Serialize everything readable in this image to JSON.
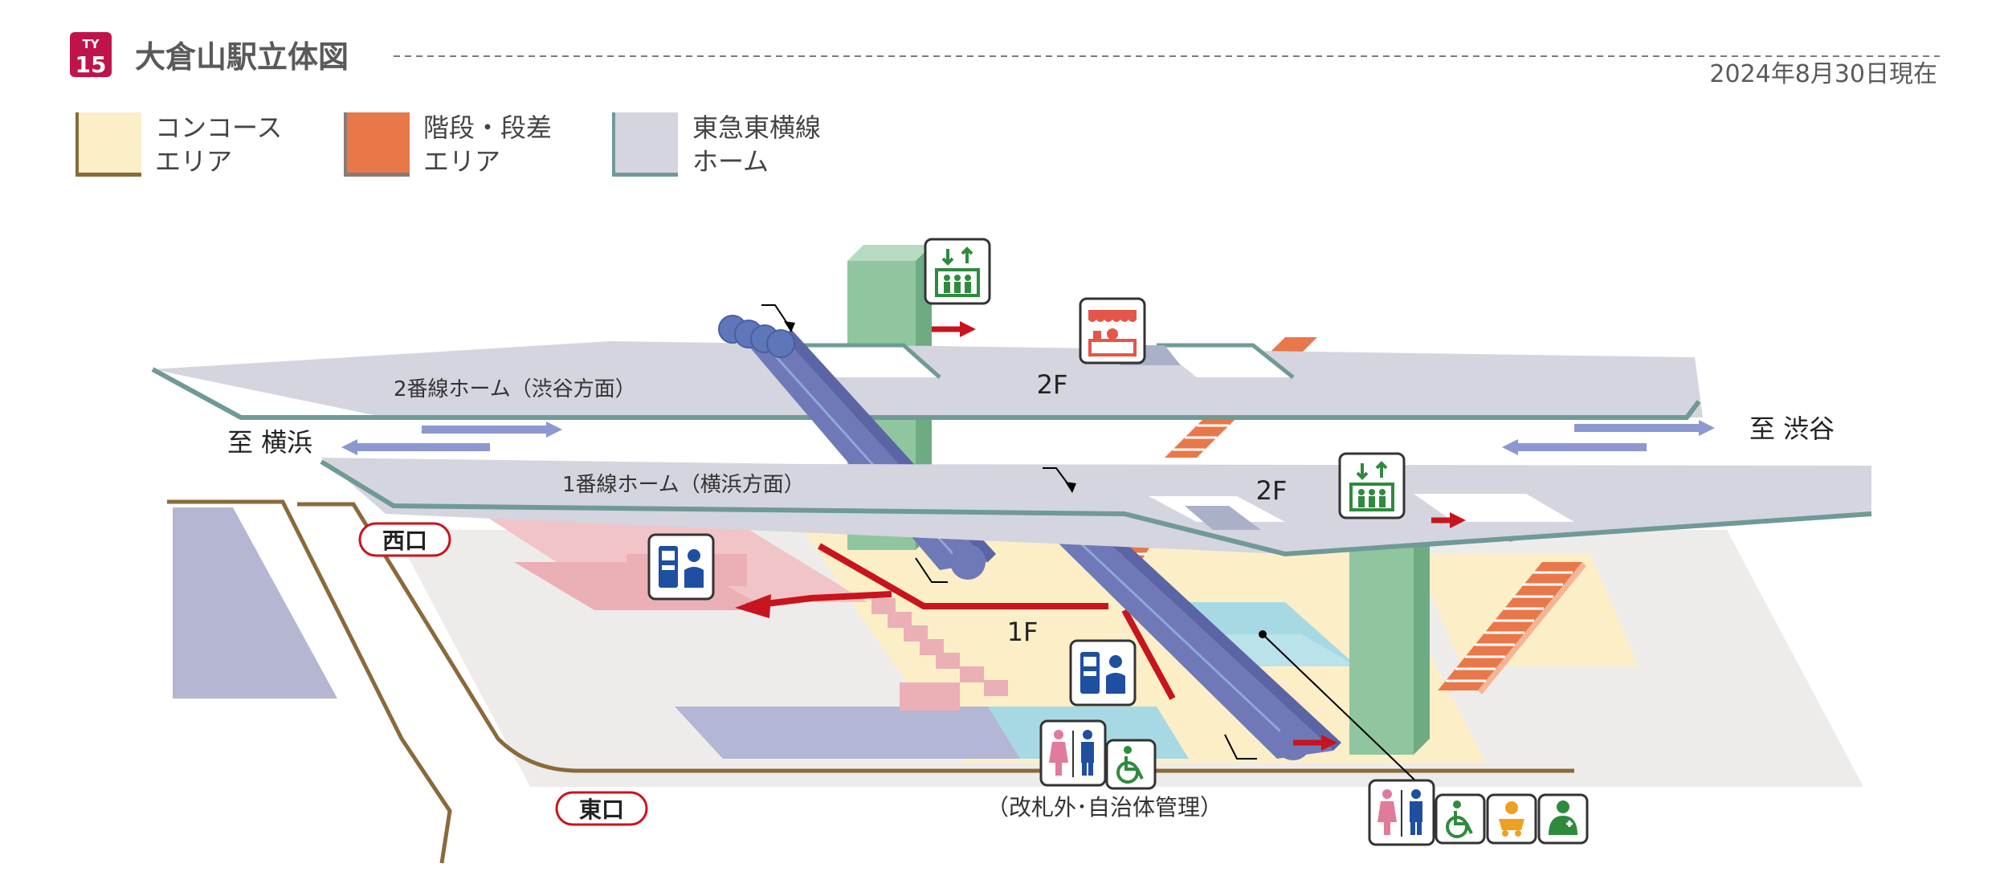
{
  "header": {
    "line_code_top": "TY",
    "line_code_num": "15",
    "title": "大倉山駅立体図",
    "date": "2024年8月30日現在"
  },
  "legend": [
    {
      "line1": "コンコース",
      "line2": "エリア",
      "color": "#fcefc7",
      "edge": "#8a6a3a"
    },
    {
      "line1": "階段・段差",
      "line2": "エリア",
      "color": "#e8784a",
      "edge": "#8a7a70"
    },
    {
      "line1": "東急東横線",
      "line2": "ホーム",
      "color": "#d4d5df",
      "edge": "#6f9a96"
    }
  ],
  "platforms": {
    "p2_name": "2番線ホーム（渋谷方面）",
    "p1_name": "1番線ホーム（横浜方面）",
    "floor_2f_a": "2F",
    "floor_2f_b": "2F",
    "floor_1f": "1F"
  },
  "directions": {
    "left": "至 横浜",
    "right": "至 渋谷"
  },
  "exits": {
    "west": "西口",
    "east": "東口"
  },
  "notes": {
    "toilet_outside": "（改札外･自治体管理）"
  },
  "icons": [
    "elevator-icon",
    "shop-icon",
    "ticket-machine-icon",
    "toilet-icon",
    "wheelchair-icon",
    "baby-icon",
    "ostomate-icon"
  ],
  "colors": {
    "accent": "#c0134a",
    "concourse": "#fcefc7",
    "stairs": "#e8784a",
    "platform": "#d4d5df",
    "platform_edge": "#6f9a96",
    "escalator": "#6f79b8",
    "route_arrow": "#c8141e",
    "elevator_shaft": "#8fc6a0",
    "icon_green": "#2e8b3e",
    "icon_blue": "#1e4fa0"
  }
}
